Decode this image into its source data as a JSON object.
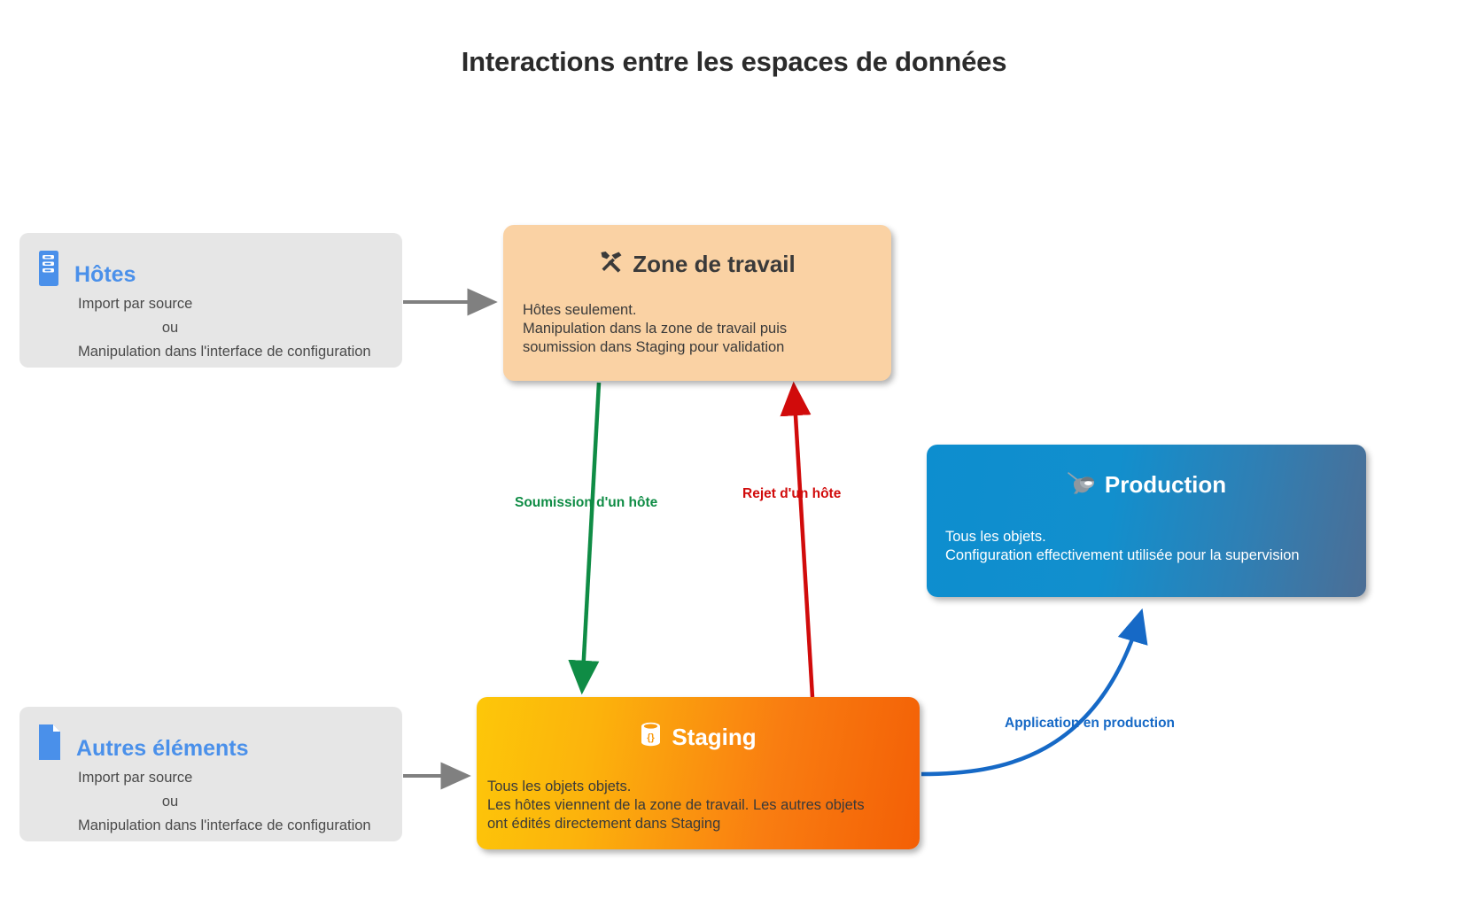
{
  "title": "Interactions entre les espaces de données",
  "colors": {
    "title_text": "#2b2b2b",
    "source_card_bg": "#e6e6e6",
    "source_title_blue": "#4a90ea",
    "workspace_bg": "#fad2a4",
    "production_blue": "#0d8ecf",
    "production_blue_end": "#4c6e95",
    "staging_yellow": "#fdc709",
    "staging_orange": "#f35f06",
    "arrow_grey": "#808080",
    "arrow_green": "#0f8c45",
    "arrow_red": "#d10b0b",
    "arrow_blue": "#1669c6"
  },
  "sources": [
    {
      "id": "hotes",
      "icon": "server-host-icon",
      "title": "Hôtes",
      "line1": "Import par source",
      "line2": "ou",
      "line3": "Manipulation dans l'interface de configuration"
    },
    {
      "id": "autres-elements",
      "icon": "document-icon",
      "title": "Autres éléments",
      "line1": "Import par source",
      "line2": "ou",
      "line3": "Manipulation dans l'interface de configuration"
    }
  ],
  "spaces": {
    "workspace": {
      "icon": "hammer-and-wrench-icon",
      "icon_glyph": "⚒",
      "title": "Zone de travail",
      "body": "Hôtes seulement.\nManipulation dans la zone de travail puis\nsoumission dans Staging pour validation"
    },
    "production": {
      "icon": "ninja-icon",
      "icon_glyph": "🥷",
      "title": "Production",
      "body": "Tous les objets.\nConfiguration effectivement utilisée pour la supervision"
    },
    "staging": {
      "icon": "database-braces-icon",
      "title": "Staging",
      "body": "Tous les objets objets.\nLes hôtes viennent de la zone de travail. Les autres objets\nont édités directement dans Staging"
    }
  },
  "edges": [
    {
      "id": "hotes-to-workspace",
      "label": "",
      "color": "#808080"
    },
    {
      "id": "autres-to-staging",
      "label": "",
      "color": "#808080"
    },
    {
      "id": "workspace-to-staging",
      "label": "Soumission d'un hôte",
      "color": "#0f8c45"
    },
    {
      "id": "staging-to-workspace",
      "label": "Rejet d'un hôte",
      "color": "#d10b0b"
    },
    {
      "id": "staging-to-production",
      "label": "Application en production",
      "color": "#1669c6"
    }
  ]
}
